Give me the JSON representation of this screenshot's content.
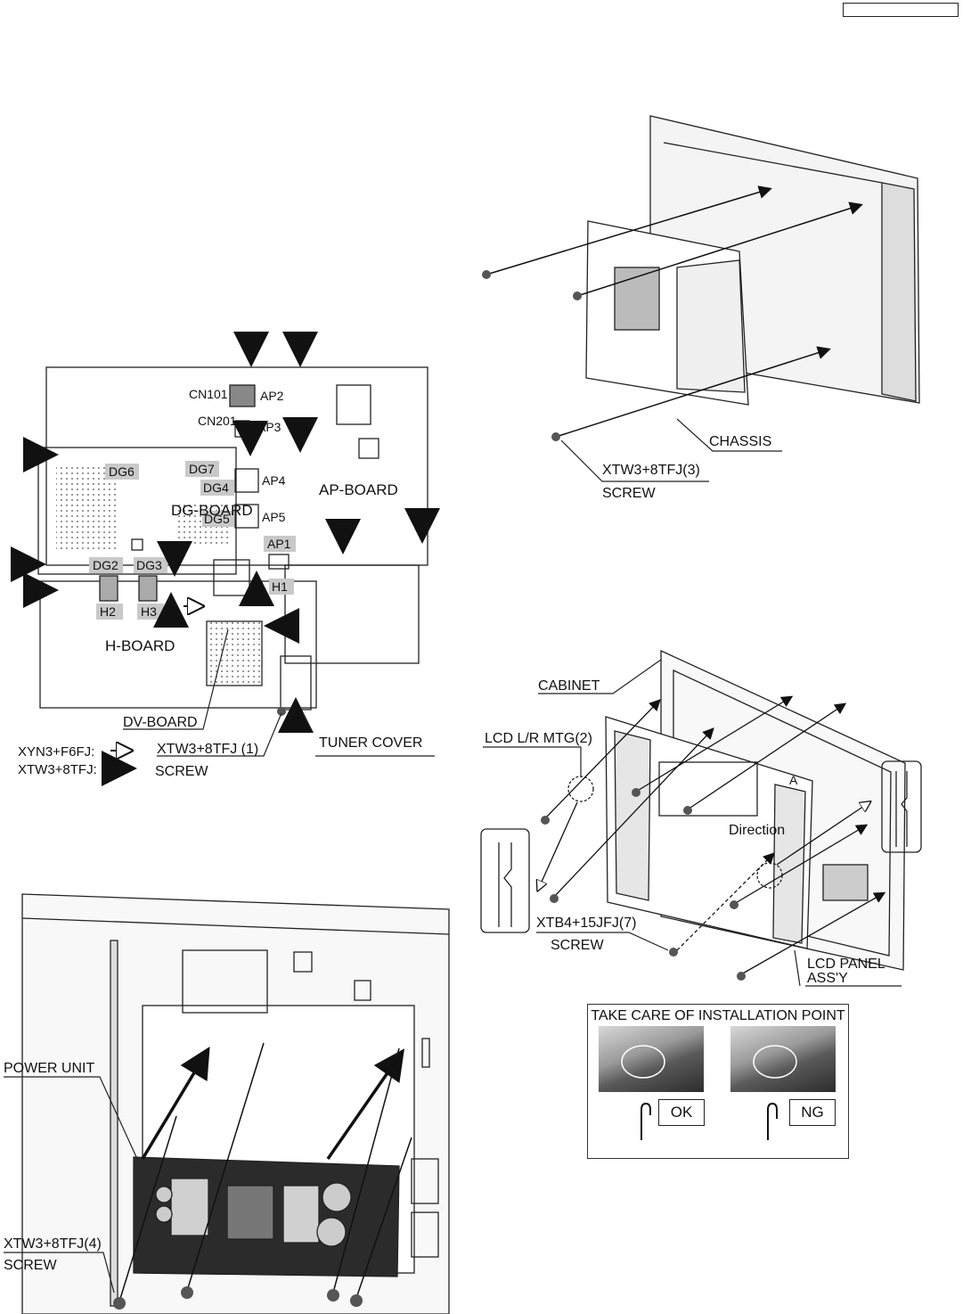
{
  "ap_diagram": {
    "boards": {
      "ap": "AP-BOARD",
      "dg": "DG-BOARD",
      "h": "H-BOARD",
      "dv": "DV-BOARD"
    },
    "connectors": {
      "cn101": "CN101",
      "cn201": "CN201",
      "ap1": "AP1",
      "ap2": "AP2",
      "ap3": "AP3",
      "ap4": "AP4",
      "ap5": "AP5",
      "dg2": "DG2",
      "dg3": "DG3",
      "dg4": "DG4",
      "dg5": "DG5",
      "dg6": "DG6",
      "dg7": "DG7",
      "h1": "H1",
      "h2": "H2",
      "h3": "H3"
    },
    "callouts": {
      "screw_part": "XTW3+8TFJ (1)",
      "screw": "SCREW",
      "tuner_cover": "TUNER COVER"
    },
    "legend": {
      "white_arrow": "XYN3+F6FJ:",
      "black_arrow": "XTW3+8TFJ:"
    }
  },
  "chassis_diagram": {
    "chassis": "CHASSIS",
    "screw_part": "XTW3+8TFJ(3)",
    "screw": "SCREW"
  },
  "power_diagram": {
    "power_unit": "POWER UNIT",
    "screw_part": "XTW3+8TFJ(4)",
    "screw": "SCREW"
  },
  "lcd_diagram": {
    "cabinet": "CABINET",
    "mtg": "LCD L/R MTG(2)",
    "point_a": "A",
    "direction": "Direction",
    "screw_part": "XTB4+15JFJ(7)",
    "screw": "SCREW",
    "panel_line1": "LCD PANEL",
    "panel_line2": "ASS'Y"
  },
  "install_box": {
    "title": "TAKE CARE OF INSTALLATION POINT",
    "ok": "OK",
    "ng": "NG"
  }
}
